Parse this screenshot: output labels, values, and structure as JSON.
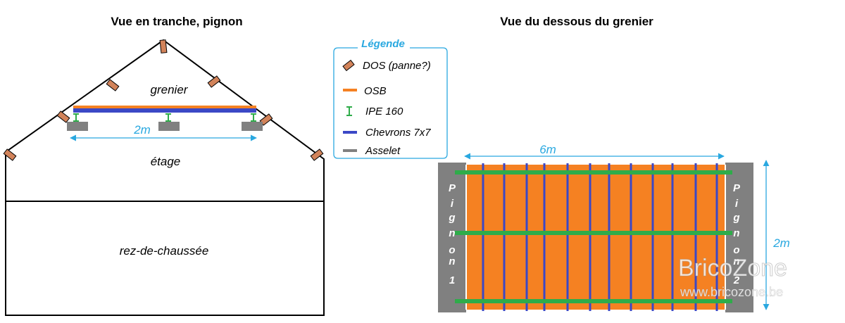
{
  "titles": {
    "section": "Vue en tranche, pignon",
    "below": "Vue du dessous du grenier"
  },
  "section": {
    "attic": "grenier",
    "floor": "étage",
    "ground": "rez-de-chaussée",
    "span": "2m"
  },
  "legend": {
    "title": "Légende",
    "items": [
      "DOS (panne?)",
      "OSB",
      "IPE 160",
      "Chevrons 7x7",
      "Asselet"
    ]
  },
  "below": {
    "width": "6m",
    "depth": "2m",
    "gable_left": [
      "P",
      "i",
      "g",
      "n",
      "o",
      "n",
      "1"
    ],
    "gable_right": [
      "P",
      "i",
      "g",
      "n",
      "o",
      "n",
      "2"
    ]
  },
  "watermark": {
    "brand_a": "Brico",
    "brand_b": "Zone",
    "url": "www.bricozone.be"
  },
  "colors": {
    "purlin": "#d2835a",
    "osb": "#f58122",
    "ipe": "#2fac4a",
    "rafter": "#3b48c6",
    "asselet": "#808080",
    "dimension": "#29a8e0"
  }
}
